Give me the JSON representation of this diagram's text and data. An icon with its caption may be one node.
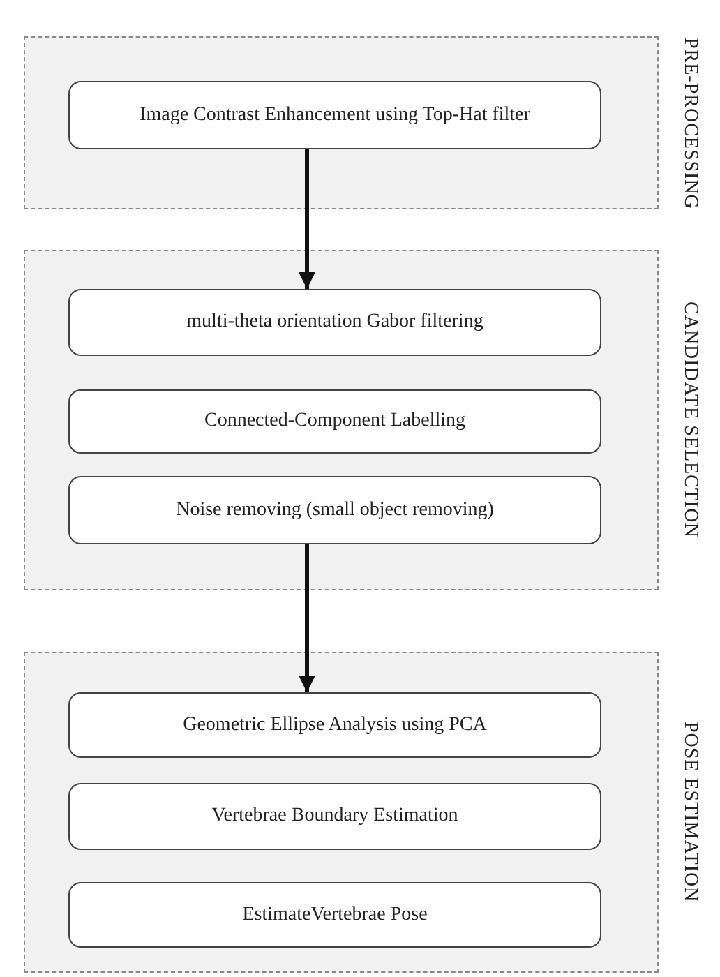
{
  "diagram": {
    "nodes": [
      {
        "text": [
          "PRE-PROCESSING"
        ]
      },
      {
        "text": [
          "Image Contrast Enhancement using Top-Hat filter"
        ],
        "in": 0
      },
      {
        "text": [
          "CANDIDATE SELECTION"
        ]
      },
      {
        "text": [
          "multi-theta orientation Gabor filtering"
        ],
        "in": 2
      },
      {
        "text": [
          "Connected-Component Labelling"
        ],
        "in": 2
      },
      {
        "text": [
          "Noise removing (small object removing)"
        ],
        "in": 2
      },
      {
        "text": [
          "POSE ESTIMATION"
        ]
      },
      {
        "text": [
          "Geometric Ellipse Analysis using PCA"
        ],
        "in": 6
      },
      {
        "text": [
          "Vertebrae Boundary Estimation"
        ],
        "in": 6
      },
      {
        "text": [
          "EstimateVertebrae Pose"
        ],
        "in": 6
      }
    ],
    "edges": [
      {
        "from": 1,
        "to": 3,
        "arrow": "to"
      },
      {
        "from": 5,
        "to": 7,
        "arrow": "to"
      }
    ]
  }
}
